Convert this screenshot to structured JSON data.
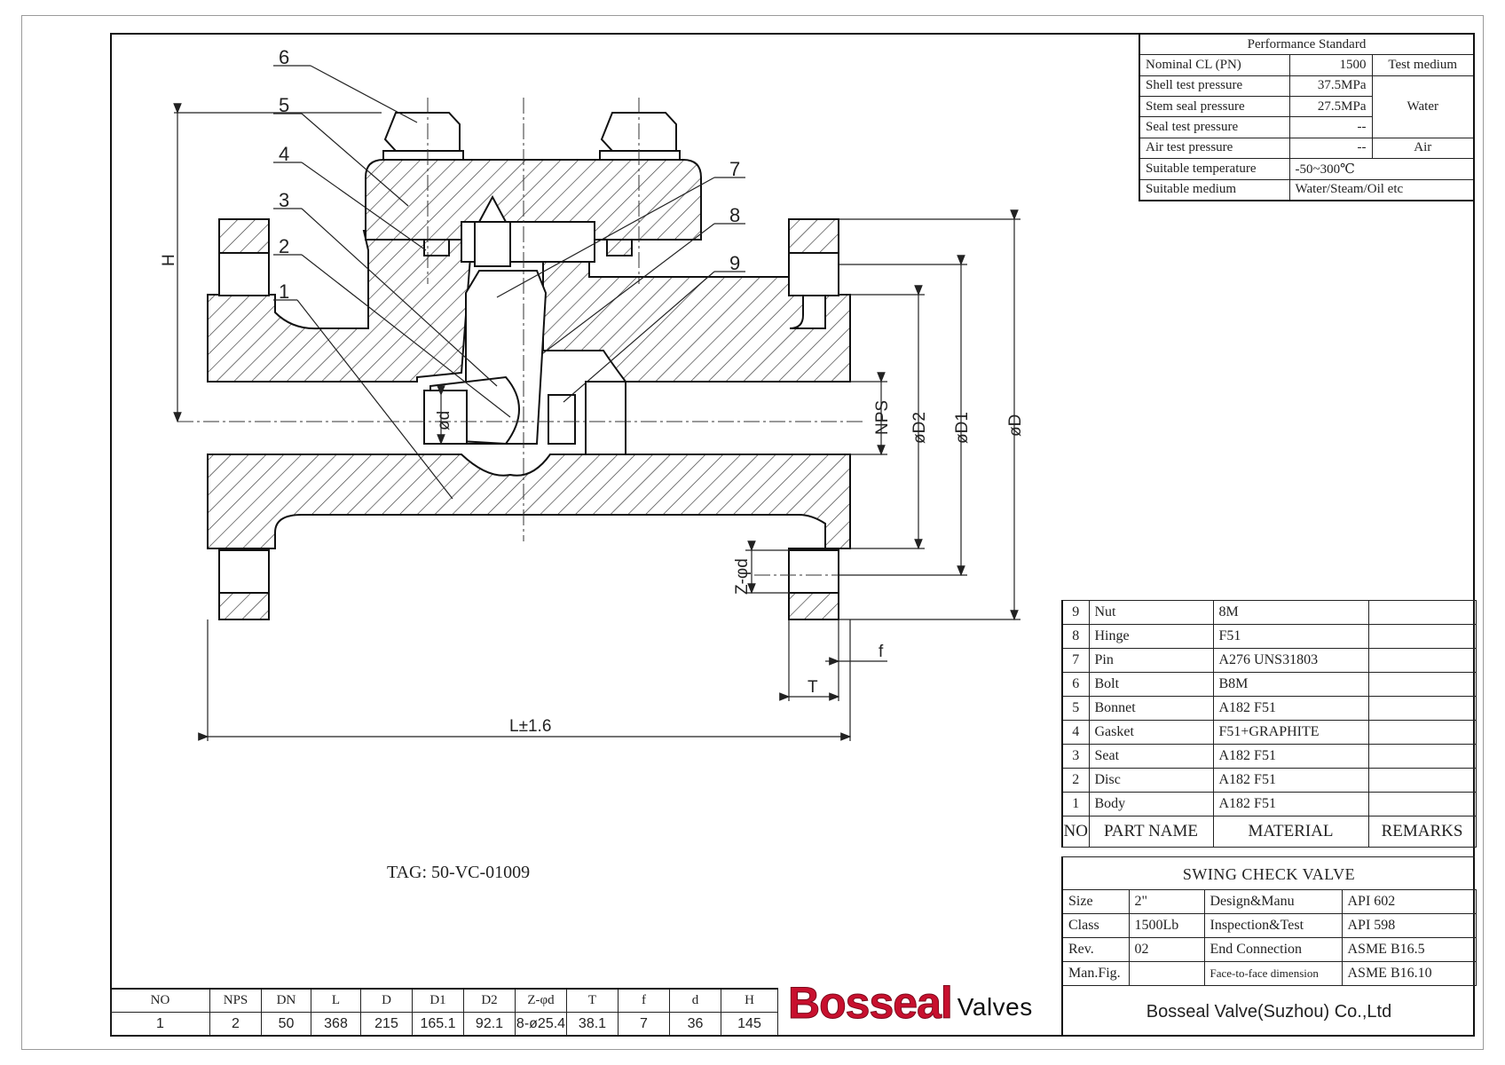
{
  "performance": {
    "title": "Performance Standard",
    "rows": [
      {
        "label": "Nominal CL (PN)",
        "value": "1500",
        "medium": "Test medium"
      },
      {
        "label": "Shell test pressure",
        "value": "37.5MPa"
      },
      {
        "label": "Stem seal pressure",
        "value": "27.5MPa",
        "medium": "Water"
      },
      {
        "label": "Seal test pressure",
        "value": "--"
      },
      {
        "label": "Air test pressure",
        "value": "--",
        "medium": "Air"
      },
      {
        "label": "Suitable temperature",
        "value": "-50~300℃"
      },
      {
        "label": "Suitable medium",
        "value": "Water/Steam/Oil etc"
      }
    ]
  },
  "parts": {
    "items": [
      {
        "no": "9",
        "name": "Nut",
        "material": "8M",
        "remarks": ""
      },
      {
        "no": "8",
        "name": "Hinge",
        "material": "F51",
        "remarks": ""
      },
      {
        "no": "7",
        "name": "Pin",
        "material": "A276 UNS31803",
        "remarks": ""
      },
      {
        "no": "6",
        "name": "Bolt",
        "material": "B8M",
        "remarks": ""
      },
      {
        "no": "5",
        "name": "Bonnet",
        "material": "A182 F51",
        "remarks": ""
      },
      {
        "no": "4",
        "name": "Gasket",
        "material": "F51+GRAPHITE",
        "remarks": ""
      },
      {
        "no": "3",
        "name": "Seat",
        "material": "A182 F51",
        "remarks": ""
      },
      {
        "no": "2",
        "name": "Disc",
        "material": "A182 F51",
        "remarks": ""
      },
      {
        "no": "1",
        "name": "Body",
        "material": "A182 F51",
        "remarks": ""
      }
    ],
    "headers": {
      "no": "NO",
      "name": "PART NAME",
      "material": "MATERIAL",
      "remarks": "REMARKS"
    }
  },
  "title_block": {
    "product": "SWING CHECK VALVE",
    "spec": [
      {
        "k1": "Size",
        "v1": "2\"",
        "k2": "Design&Manu",
        "v2": "API 602"
      },
      {
        "k1": "Class",
        "v1": "1500Lb",
        "k2": "Inspection&Test",
        "v2": "API 598"
      },
      {
        "k1": "Rev.",
        "v1": "02",
        "k2": "End Connection",
        "v2": "ASME B16.5"
      },
      {
        "k1": "Man.Fig.",
        "v1": "",
        "k2": "Face-to-face dimension",
        "v2": "ASME B16.10"
      }
    ],
    "company": "Bosseal Valve(Suzhou) Co.,Ltd"
  },
  "tag": "TAG: 50-VC-01009",
  "logo": {
    "main": "Bosseal",
    "sub": "Valves",
    "color": "#c8102e"
  },
  "dimensions": {
    "headers": [
      "NO",
      "NPS",
      "DN",
      "L",
      "D",
      "D1",
      "D2",
      "Z-φd",
      "T",
      "f",
      "d",
      "H"
    ],
    "values": [
      "1",
      "2",
      "50",
      "368",
      "215",
      "165.1",
      "92.1",
      "8-ø25.4",
      "38.1",
      "7",
      "36",
      "145"
    ]
  },
  "drawing_labels": {
    "callouts": [
      "1",
      "2",
      "3",
      "4",
      "5",
      "6",
      "7",
      "8",
      "9"
    ],
    "H": "H",
    "NPS": "NPS",
    "D2": "øD2",
    "D1": "øD1",
    "D": "øD",
    "d": "ød",
    "Zd": "Z-φd",
    "f": "f",
    "T": "T",
    "L": "L±1.6"
  }
}
